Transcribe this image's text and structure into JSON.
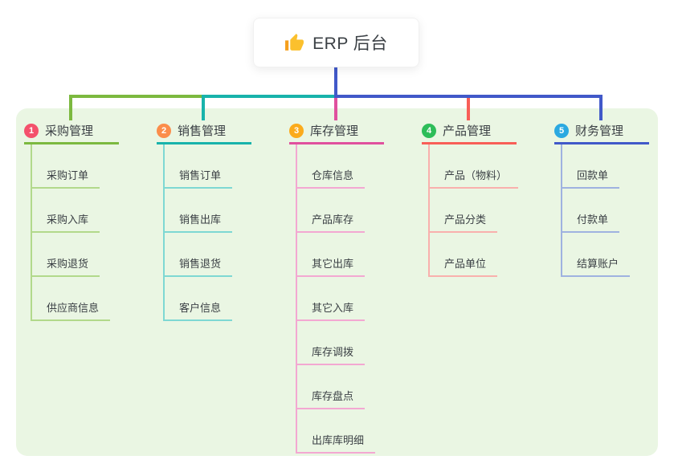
{
  "root": {
    "label": "ERP 后台",
    "icon": "thumbs-up-icon"
  },
  "theme": {
    "panel_bg": "#eaf6e3",
    "stem_color": "#4159c9",
    "text_color": "#3b4045",
    "card_bg": "#ffffff"
  },
  "branches": [
    {
      "index": "1",
      "label": "采购管理",
      "badge_color": "#f4516c",
      "line_color": "#7cb93f",
      "light_color": "#b2d98b",
      "items": [
        "采购订单",
        "采购入库",
        "采购退货",
        "供应商信息"
      ]
    },
    {
      "index": "2",
      "label": "销售管理",
      "badge_color": "#fb8d4a",
      "line_color": "#18b3ab",
      "light_color": "#7ed8d3",
      "items": [
        "销售订单",
        "销售出库",
        "销售退货",
        "客户信息"
      ]
    },
    {
      "index": "3",
      "label": "库存管理",
      "badge_color": "#fbab1c",
      "line_color": "#e0509e",
      "light_color": "#f3a8d2",
      "items": [
        "仓库信息",
        "产品库存",
        "其它出库",
        "其它入库",
        "库存调拨",
        "库存盘点",
        "出库库明细"
      ]
    },
    {
      "index": "4",
      "label": "产品管理",
      "badge_color": "#2dbd59",
      "line_color": "#f85e57",
      "light_color": "#f9b0ad",
      "items": [
        "产品（物料）",
        "产品分类",
        "产品单位"
      ]
    },
    {
      "index": "5",
      "label": "财务管理",
      "badge_color": "#2ba9e1",
      "line_color": "#4159c9",
      "light_color": "#9fb2e0",
      "items": [
        "回款单",
        "付款单",
        "结算账户"
      ]
    }
  ]
}
